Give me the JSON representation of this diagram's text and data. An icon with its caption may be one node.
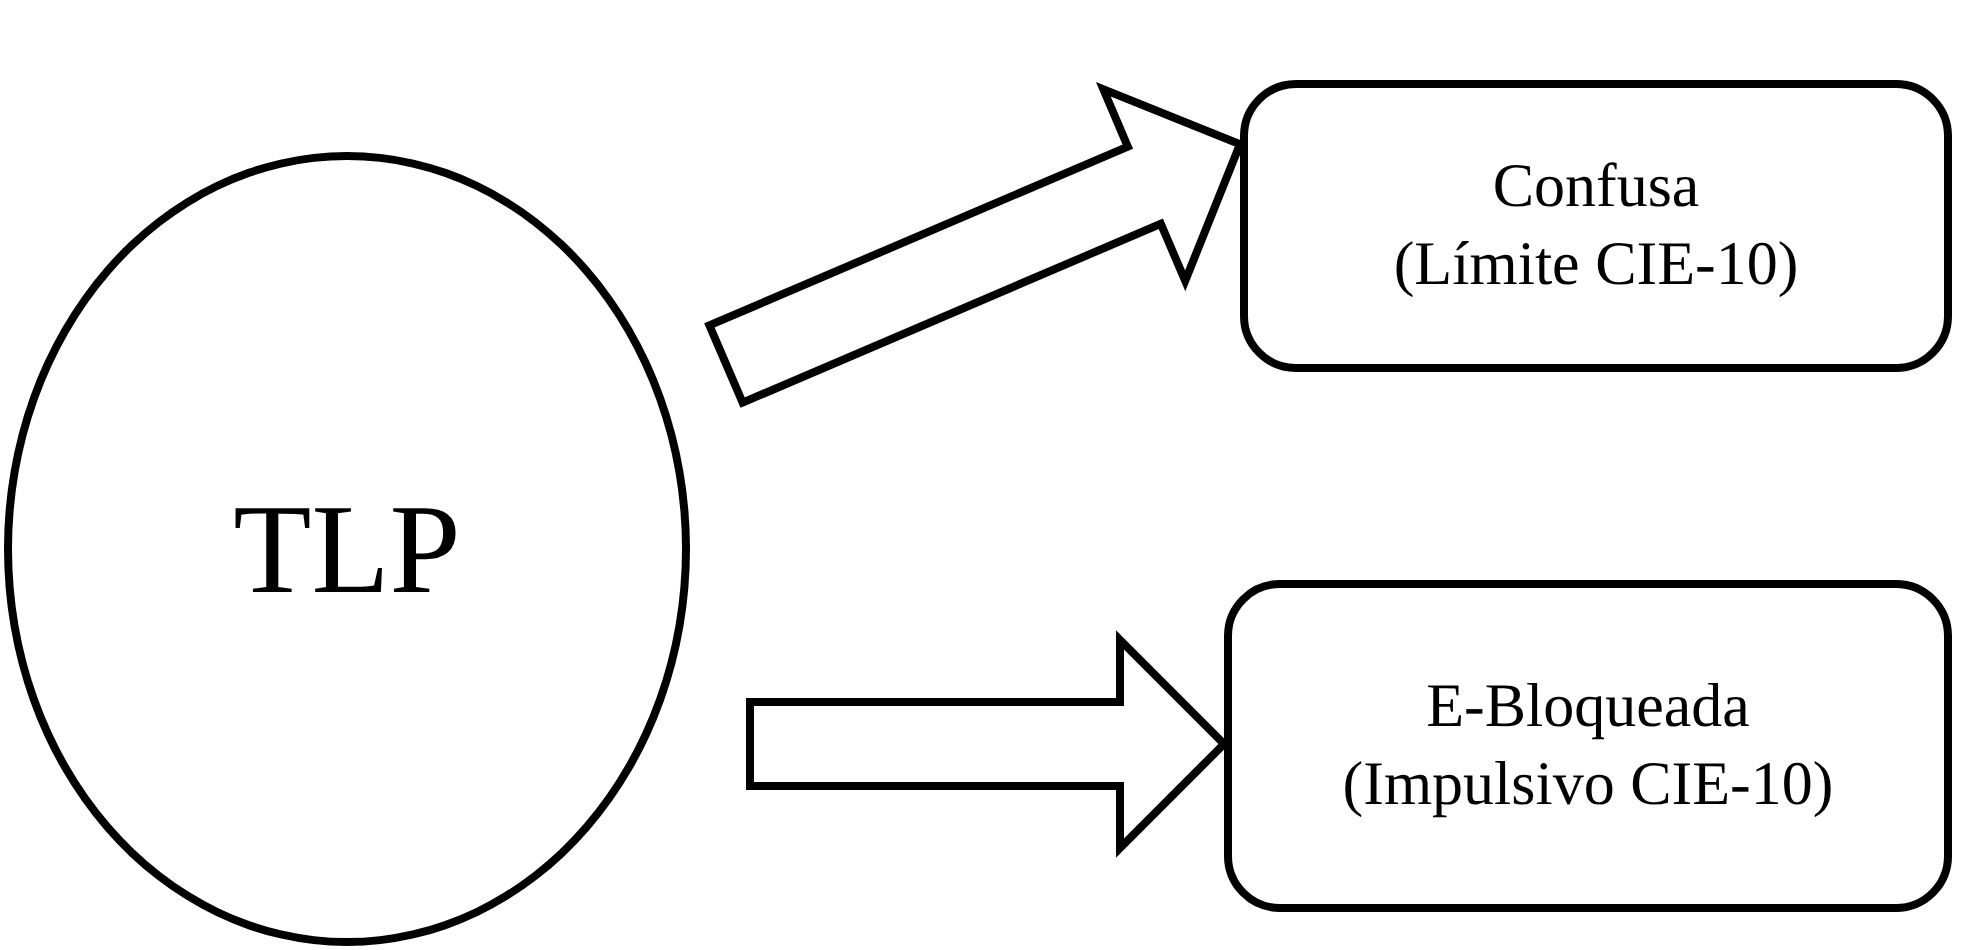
{
  "diagram": {
    "nodes": [
      {
        "text": [
          "TLP"
        ]
      },
      {
        "text": [
          "Confusa",
          "(Límite CIE-10)"
        ]
      },
      {
        "text": [
          "E-Bloqueada",
          "(Impulsivo CIE-10)"
        ]
      }
    ],
    "edges": [
      {
        "from": 0,
        "to": 1,
        "arrow": "to"
      },
      {
        "from": 0,
        "to": 2,
        "arrow": "to"
      }
    ]
  }
}
